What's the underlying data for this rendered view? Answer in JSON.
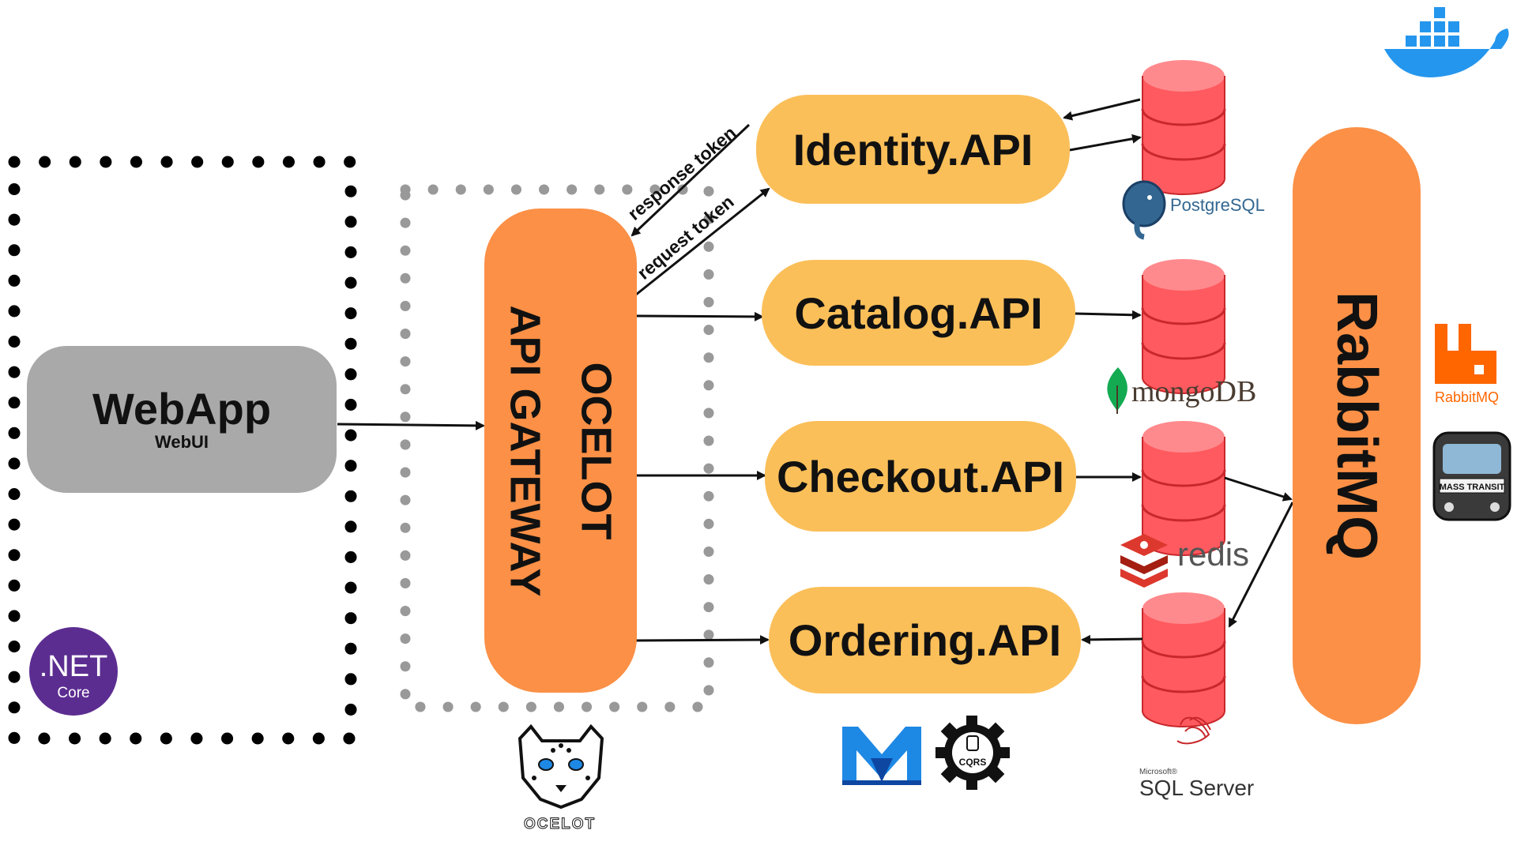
{
  "webapp": {
    "title": "WebApp",
    "subtitle": "WebUI"
  },
  "gateway": {
    "line1": "OCELOT",
    "line2": "API GATEWAY"
  },
  "services": {
    "identity": "Identity.API",
    "catalog": "Catalog.API",
    "checkout": "Checkout.API",
    "ordering": "Ordering.API"
  },
  "broker": "RabbitMQ",
  "edge_labels": {
    "response_token": "response token",
    "request_token": "request token"
  },
  "logos": {
    "dotnet": {
      "main": ".NET",
      "sub": "Core",
      "icon": "dotnet-core-logo"
    },
    "postgres": {
      "text": "PostgreSQL",
      "icon": "elephant-icon"
    },
    "mongo": {
      "text": "mongoDB",
      "icon": "leaf-icon"
    },
    "redis": {
      "text": "redis",
      "icon": "redis-cube-icon"
    },
    "sqlserver": {
      "small": "Microsoft®",
      "text": "SQL Server",
      "icon": "sql-server-icon"
    },
    "rabbitmq": {
      "text": "RabbitMQ",
      "icon": "rabbitmq-icon"
    },
    "ocelot": {
      "text": "OCELOT",
      "icon": "ocelot-cat-icon"
    },
    "cqrs": {
      "text": "CQRS",
      "icon": "gear-icon"
    },
    "mediatr": {
      "icon": "mediatr-icon"
    },
    "masstransit": {
      "text": "MASS TRANSIT",
      "icon": "bus-icon"
    },
    "docker": {
      "icon": "docker-whale-icon"
    }
  },
  "colors": {
    "api_box": "#fbbf59",
    "gateway": "#fb9046",
    "broker": "#fb9046",
    "webapp": "#a9a9a9",
    "database": "#ff5a5f",
    "gateway_border": "#999999",
    "client_border": "#000000"
  }
}
